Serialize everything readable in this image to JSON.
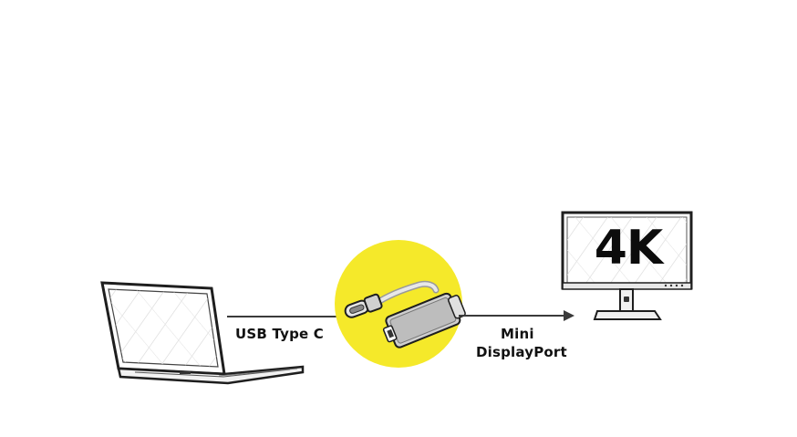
{
  "labels": {
    "input_port": "USB Type C",
    "output_port_line1": "Mini",
    "output_port_line2": "DisplayPort",
    "monitor_resolution": "4K"
  },
  "colors": {
    "background": "#ffffff",
    "highlight_circle": "#f5e92a",
    "line": "#3a3a3a",
    "outline": "#1e1e1e"
  },
  "icons": [
    "laptop-icon",
    "usb-c-to-mini-displayport-adapter-icon",
    "monitor-icon",
    "arrow-right-icon"
  ]
}
